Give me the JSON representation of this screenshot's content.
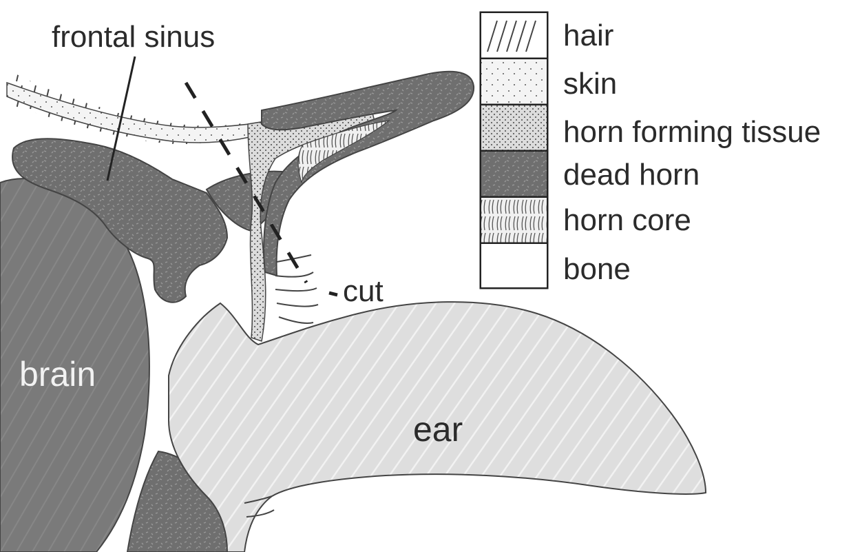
{
  "labels": {
    "frontal_sinus": "frontal sinus",
    "cut": "cut",
    "brain": "brain",
    "ear": "ear"
  },
  "legend": {
    "items": [
      {
        "label": "hair",
        "pattern": "hair"
      },
      {
        "label": "skin",
        "pattern": "skin"
      },
      {
        "label": "horn forming tissue",
        "pattern": "horn-forming-tissue"
      },
      {
        "label": "dead horn",
        "pattern": "dead-horn"
      },
      {
        "label": "horn core",
        "pattern": "horn-core"
      },
      {
        "label": "bone",
        "pattern": "bone"
      }
    ]
  },
  "colors": {
    "dark_tissue": "#7d7d7d",
    "outline": "#444444",
    "ear_fill": "#d8d8d8",
    "background": "#ffffff"
  }
}
